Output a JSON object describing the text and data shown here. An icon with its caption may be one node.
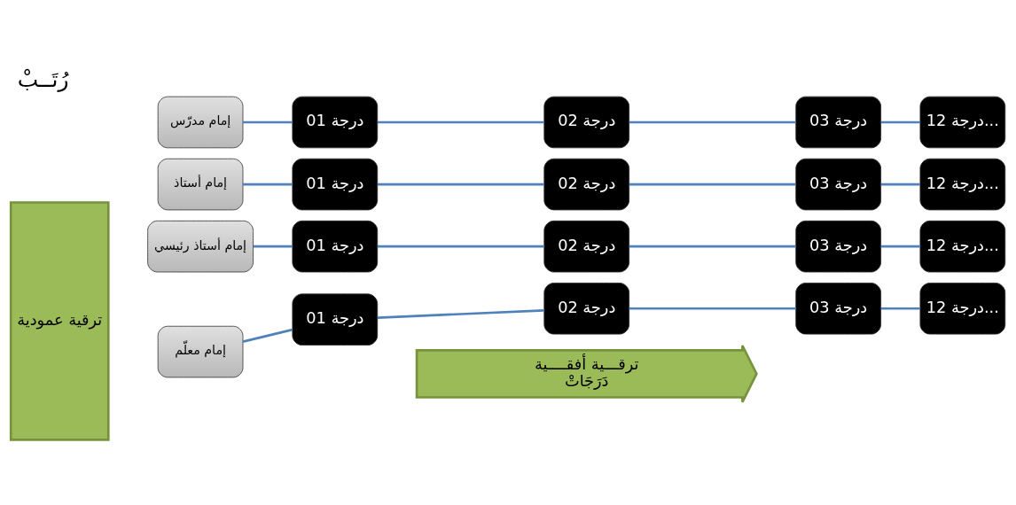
{
  "diagram": {
    "title": "رُتَــبْ",
    "nodes": [
      {
        "text": [
          "ترقية عمودية"
        ]
      },
      {
        "text": [
          "إمام أستاذ رئيسي"
        ]
      },
      {
        "text": [
          "درجة 01"
        ]
      },
      {
        "text": [
          "درجة 02"
        ]
      },
      {
        "text": [
          "درجة 03"
        ]
      },
      {
        "text": [
          "درجة 12..."
        ]
      },
      {
        "text": [
          "إمام أستاذ"
        ]
      },
      {
        "text": [
          "درجة 01"
        ]
      },
      {
        "text": [
          "درجة 02"
        ]
      },
      {
        "text": [
          "درجة 03"
        ]
      },
      {
        "text": [
          "درجة 12..."
        ]
      },
      {
        "text": [
          "إمام مدرّس"
        ]
      },
      {
        "text": [
          "درجة 01"
        ]
      },
      {
        "text": [
          "درجة 02"
        ]
      },
      {
        "text": [
          "درجة 03"
        ]
      },
      {
        "text": [
          "درجة 12..."
        ]
      },
      {
        "text": [
          "إمام معلّم"
        ]
      },
      {
        "text": [
          "درجة 01"
        ]
      },
      {
        "text": [
          "درجة 02"
        ]
      },
      {
        "text": [
          "درجة 03"
        ]
      },
      {
        "text": [
          "درجة 12..."
        ]
      },
      {
        "text": [
          "ترقـــية أفقــــية",
          "دَرَجَاتْ"
        ]
      }
    ],
    "edges": [
      {
        "from": 1,
        "to": 2,
        "arrow": "none"
      },
      {
        "from": 2,
        "to": 3,
        "arrow": "none"
      },
      {
        "from": 3,
        "to": 4,
        "arrow": "none"
      },
      {
        "from": 4,
        "to": 5,
        "arrow": "none"
      },
      {
        "from": 6,
        "to": 7,
        "arrow": "none"
      },
      {
        "from": 7,
        "to": 8,
        "arrow": "none"
      },
      {
        "from": 8,
        "to": 9,
        "arrow": "none"
      },
      {
        "from": 9,
        "to": 10,
        "arrow": "none"
      },
      {
        "from": 11,
        "to": 12,
        "arrow": "none"
      },
      {
        "from": 12,
        "to": 13,
        "arrow": "none"
      },
      {
        "from": 13,
        "to": 14,
        "arrow": "none"
      },
      {
        "from": 14,
        "to": 15,
        "arrow": "none"
      },
      {
        "from": 16,
        "to": 17,
        "arrow": "none"
      },
      {
        "from": 17,
        "to": 18,
        "arrow": "none"
      },
      {
        "from": 18,
        "to": 19,
        "arrow": "none"
      },
      {
        "from": 19,
        "to": 20,
        "arrow": "none"
      }
    ]
  }
}
